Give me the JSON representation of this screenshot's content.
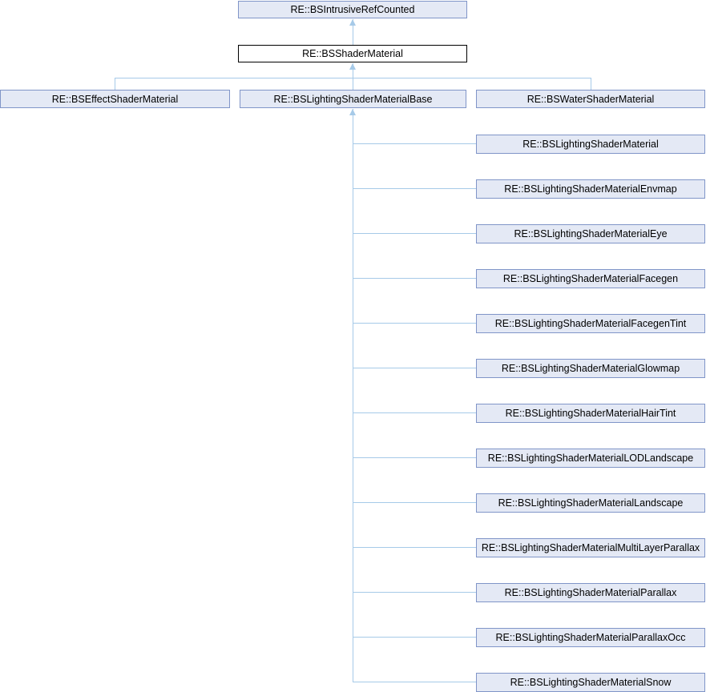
{
  "diagram": {
    "root": {
      "label": "RE::BSIntrusiveRefCounted"
    },
    "current": {
      "label": "RE::BSShaderMaterial"
    },
    "derived": [
      {
        "label": "RE::BSEffectShaderMaterial"
      },
      {
        "label": "RE::BSLightingShaderMaterialBase"
      },
      {
        "label": "RE::BSWaterShaderMaterial"
      }
    ],
    "base_subclasses": [
      {
        "label": "RE::BSLightingShaderMaterial"
      },
      {
        "label": "RE::BSLightingShaderMaterialEnvmap"
      },
      {
        "label": "RE::BSLightingShaderMaterialEye"
      },
      {
        "label": "RE::BSLightingShaderMaterialFacegen"
      },
      {
        "label": "RE::BSLightingShaderMaterialFacegenTint"
      },
      {
        "label": "RE::BSLightingShaderMaterialGlowmap"
      },
      {
        "label": "RE::BSLightingShaderMaterialHairTint"
      },
      {
        "label": "RE::BSLightingShaderMaterialLODLandscape"
      },
      {
        "label": "RE::BSLightingShaderMaterialLandscape"
      },
      {
        "label": "RE::BSLightingShaderMaterialMultiLayerParallax"
      },
      {
        "label": "RE::BSLightingShaderMaterialParallax"
      },
      {
        "label": "RE::BSLightingShaderMaterialParallaxOcc"
      },
      {
        "label": "RE::BSLightingShaderMaterialSnow"
      }
    ]
  },
  "colors": {
    "node_fill": "#E4E9F5",
    "node_border": "#8095C8",
    "current_fill": "#FFFFFF",
    "current_border": "#000000",
    "edge": "#A6CAE8",
    "text": "#000000",
    "background": "#FFFFFF"
  }
}
